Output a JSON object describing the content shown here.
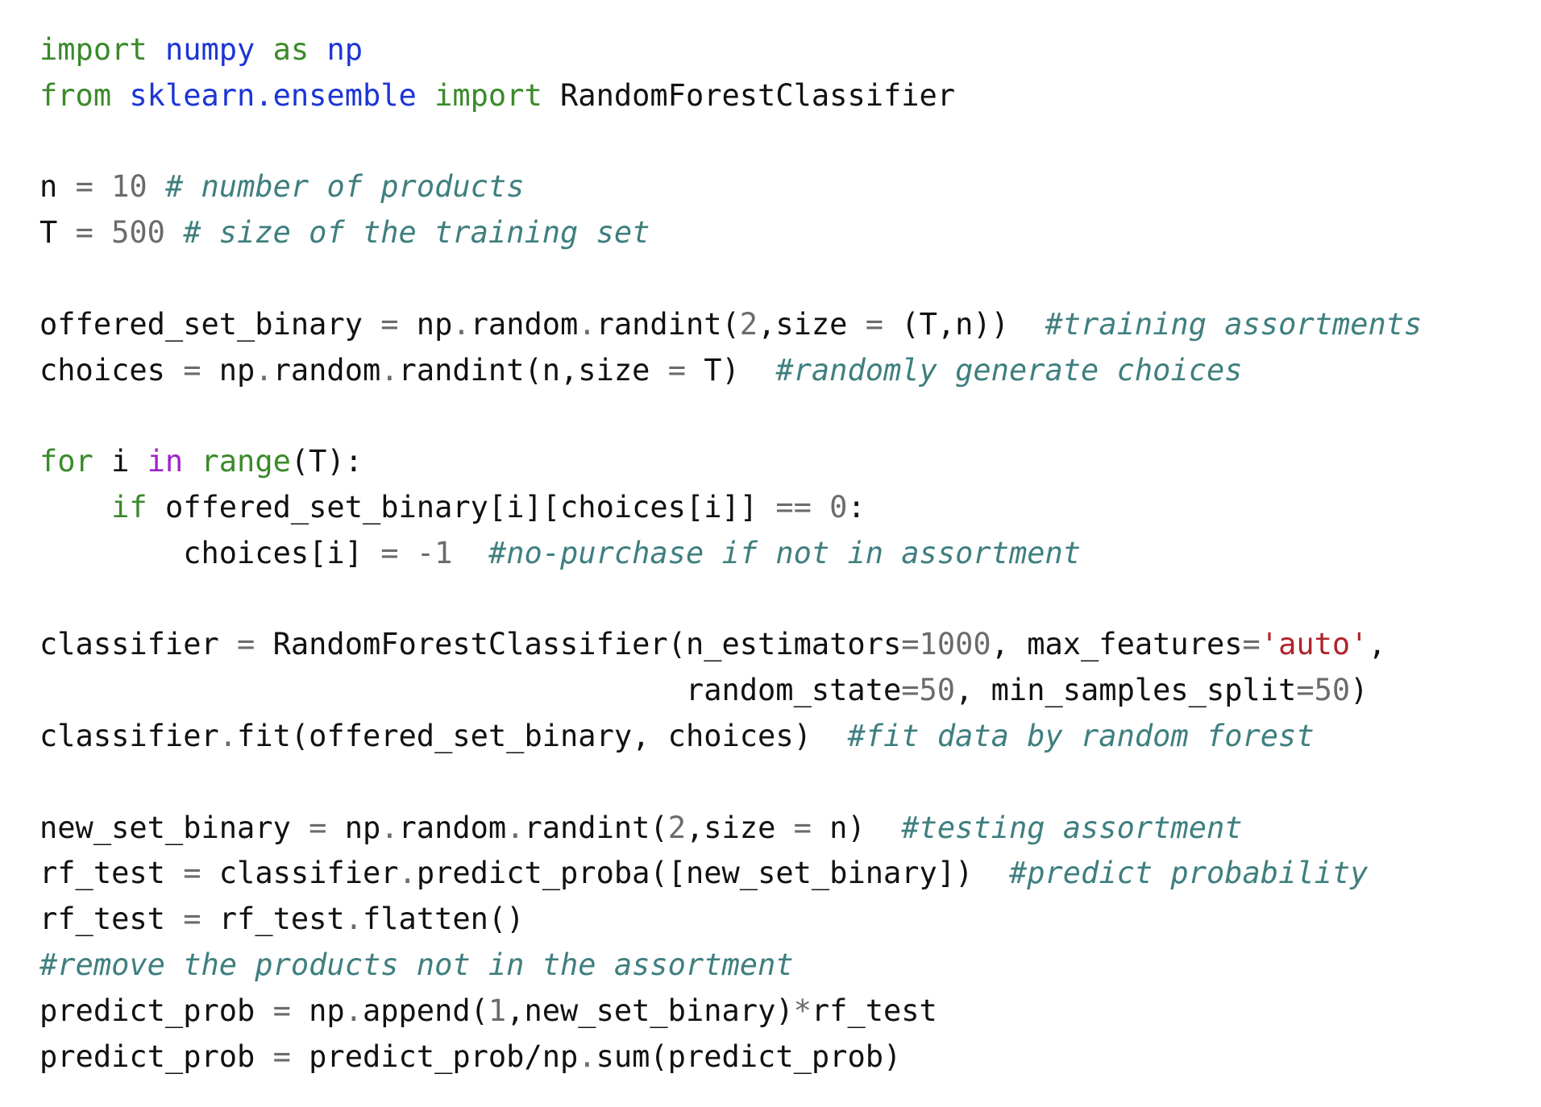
{
  "colors": {
    "background": "#ffffff",
    "text": "#111111",
    "keyword": "#3a8a2a",
    "module": "#1c35d6",
    "number": "#6b6b6b",
    "operator": "#6b6b6b",
    "in_keyword": "#a023c8",
    "builtin": "#3a8a2a",
    "string": "#b0232a",
    "comment": "#3f7f7f"
  },
  "code": {
    "language": "python",
    "lines": [
      [
        [
          "kw",
          "import"
        ],
        [
          "txt",
          " "
        ],
        [
          "mod",
          "numpy"
        ],
        [
          "txt",
          " "
        ],
        [
          "kw",
          "as"
        ],
        [
          "txt",
          " "
        ],
        [
          "mod",
          "np"
        ]
      ],
      [
        [
          "kw",
          "from"
        ],
        [
          "txt",
          " "
        ],
        [
          "mod",
          "sklearn.ensemble"
        ],
        [
          "txt",
          " "
        ],
        [
          "kw",
          "import"
        ],
        [
          "txt",
          " RandomForestClassifier"
        ]
      ],
      [],
      [
        [
          "txt",
          "n "
        ],
        [
          "op",
          "="
        ],
        [
          "txt",
          " "
        ],
        [
          "num",
          "10"
        ],
        [
          "txt",
          " "
        ],
        [
          "com",
          "# number of products"
        ]
      ],
      [
        [
          "txt",
          "T "
        ],
        [
          "op",
          "="
        ],
        [
          "txt",
          " "
        ],
        [
          "num",
          "500"
        ],
        [
          "txt",
          " "
        ],
        [
          "com",
          "# size of the training set"
        ]
      ],
      [],
      [
        [
          "txt",
          "offered_set_binary "
        ],
        [
          "op",
          "="
        ],
        [
          "txt",
          " np"
        ],
        [
          "dot",
          "."
        ],
        [
          "txt",
          "random"
        ],
        [
          "dot",
          "."
        ],
        [
          "txt",
          "randint("
        ],
        [
          "num",
          "2"
        ],
        [
          "txt",
          ",size "
        ],
        [
          "op",
          "="
        ],
        [
          "txt",
          " (T,n))  "
        ],
        [
          "com",
          "#training assortments"
        ]
      ],
      [
        [
          "txt",
          "choices "
        ],
        [
          "op",
          "="
        ],
        [
          "txt",
          " np"
        ],
        [
          "dot",
          "."
        ],
        [
          "txt",
          "random"
        ],
        [
          "dot",
          "."
        ],
        [
          "txt",
          "randint(n,size "
        ],
        [
          "op",
          "="
        ],
        [
          "txt",
          " T)  "
        ],
        [
          "com",
          "#randomly generate choices"
        ]
      ],
      [],
      [
        [
          "kw",
          "for"
        ],
        [
          "txt",
          " i "
        ],
        [
          "in",
          "in"
        ],
        [
          "txt",
          " "
        ],
        [
          "bi",
          "range"
        ],
        [
          "txt",
          "(T):"
        ]
      ],
      [
        [
          "txt",
          "    "
        ],
        [
          "kw",
          "if"
        ],
        [
          "txt",
          " offered_set_binary[i][choices[i]] "
        ],
        [
          "op",
          "=="
        ],
        [
          "txt",
          " "
        ],
        [
          "num",
          "0"
        ],
        [
          "txt",
          ":"
        ]
      ],
      [
        [
          "txt",
          "        choices[i] "
        ],
        [
          "op",
          "="
        ],
        [
          "txt",
          " "
        ],
        [
          "num",
          "-1"
        ],
        [
          "txt",
          "  "
        ],
        [
          "com",
          "#no-purchase if not in assortment"
        ]
      ],
      [],
      [
        [
          "txt",
          "classifier "
        ],
        [
          "op",
          "="
        ],
        [
          "txt",
          " RandomForestClassifier(n_estimators"
        ],
        [
          "op",
          "="
        ],
        [
          "num",
          "1000"
        ],
        [
          "txt",
          ", max_features"
        ],
        [
          "op",
          "="
        ],
        [
          "str",
          "'auto'"
        ],
        [
          "txt",
          ","
        ]
      ],
      [
        [
          "txt",
          "                                    random_state"
        ],
        [
          "op",
          "="
        ],
        [
          "num",
          "50"
        ],
        [
          "txt",
          ", min_samples_split"
        ],
        [
          "op",
          "="
        ],
        [
          "num",
          "50"
        ],
        [
          "txt",
          ")"
        ]
      ],
      [
        [
          "txt",
          "classifier"
        ],
        [
          "dot",
          "."
        ],
        [
          "txt",
          "fit(offered_set_binary, choices)  "
        ],
        [
          "com",
          "#fit data by random forest"
        ]
      ],
      [],
      [
        [
          "txt",
          "new_set_binary "
        ],
        [
          "op",
          "="
        ],
        [
          "txt",
          " np"
        ],
        [
          "dot",
          "."
        ],
        [
          "txt",
          "random"
        ],
        [
          "dot",
          "."
        ],
        [
          "txt",
          "randint("
        ],
        [
          "num",
          "2"
        ],
        [
          "txt",
          ",size "
        ],
        [
          "op",
          "="
        ],
        [
          "txt",
          " n)  "
        ],
        [
          "com",
          "#testing assortment"
        ]
      ],
      [
        [
          "txt",
          "rf_test "
        ],
        [
          "op",
          "="
        ],
        [
          "txt",
          " classifier"
        ],
        [
          "dot",
          "."
        ],
        [
          "txt",
          "predict_proba([new_set_binary])  "
        ],
        [
          "com",
          "#predict probability"
        ]
      ],
      [
        [
          "txt",
          "rf_test "
        ],
        [
          "op",
          "="
        ],
        [
          "txt",
          " rf_test"
        ],
        [
          "dot",
          "."
        ],
        [
          "txt",
          "flatten()"
        ]
      ],
      [
        [
          "com",
          "#remove the products not in the assortment"
        ]
      ],
      [
        [
          "txt",
          "predict_prob "
        ],
        [
          "op",
          "="
        ],
        [
          "txt",
          " np"
        ],
        [
          "dot",
          "."
        ],
        [
          "txt",
          "append("
        ],
        [
          "num",
          "1"
        ],
        [
          "txt",
          ",new_set_binary)"
        ],
        [
          "op",
          "*"
        ],
        [
          "txt",
          "rf_test"
        ]
      ],
      [
        [
          "txt",
          "predict_prob "
        ],
        [
          "op",
          "="
        ],
        [
          "txt",
          " predict_prob/np"
        ],
        [
          "dot",
          "."
        ],
        [
          "txt",
          "sum(predict_prob)"
        ]
      ]
    ]
  }
}
